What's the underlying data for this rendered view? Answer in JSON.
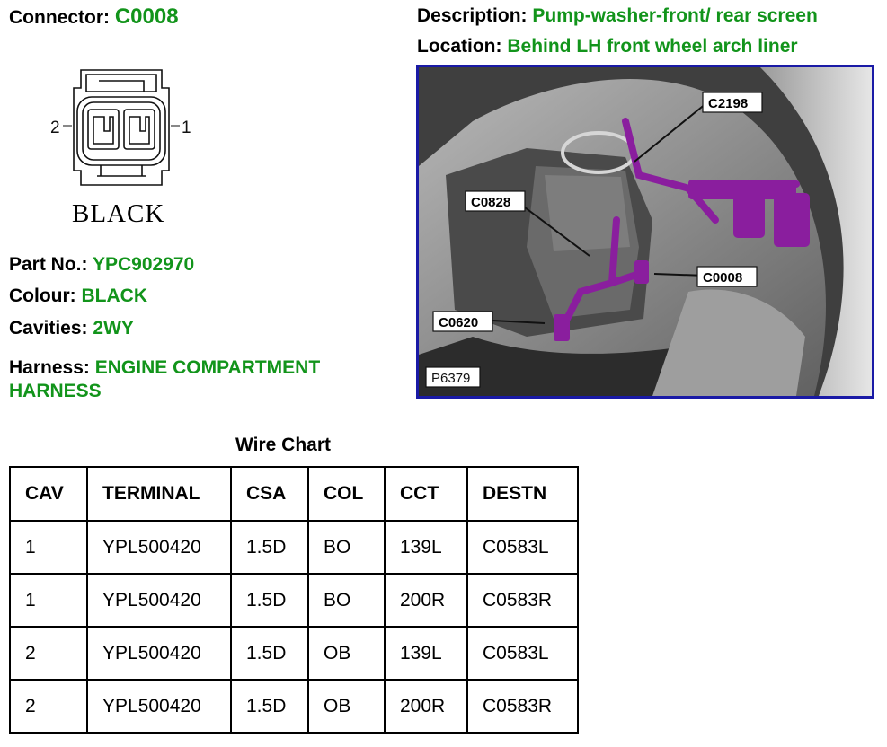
{
  "header": {
    "connector_label": "Connector:",
    "connector_value": "C0008",
    "description_label": "Description:",
    "description_value": "Pump-washer-front/ rear screen",
    "location_label": "Location:",
    "location_value": "Behind LH front wheel arch liner"
  },
  "connector_drawing": {
    "pin_left": "2",
    "pin_right": "1",
    "caption": "BLACK"
  },
  "details": {
    "part_label": "Part No.:",
    "part_value": "YPC902970",
    "colour_label": "Colour:",
    "colour_value": "BLACK",
    "cavities_label": "Cavities:",
    "cavities_value": "2WY",
    "harness_label": "Harness:",
    "harness_value": "ENGINE COMPARTMENT HARNESS"
  },
  "photo": {
    "callouts": [
      "C2198",
      "C0828",
      "C0008",
      "C0620"
    ],
    "reference": "P6379",
    "highlight_color": "#8a1e9e",
    "border_color": "#1a1aa6"
  },
  "wire_chart": {
    "title": "Wire Chart",
    "headers": [
      "CAV",
      "TERMINAL",
      "CSA",
      "COL",
      "CCT",
      "DESTN"
    ],
    "rows": [
      [
        "1",
        "YPL500420",
        "1.5D",
        "BO",
        "139L",
        "C0583L"
      ],
      [
        "1",
        "YPL500420",
        "1.5D",
        "BO",
        "200R",
        "C0583R"
      ],
      [
        "2",
        "YPL500420",
        "1.5D",
        "OB",
        "139L",
        "C0583L"
      ],
      [
        "2",
        "YPL500420",
        "1.5D",
        "OB",
        "200R",
        "C0583R"
      ]
    ]
  },
  "accent_color": "#12941b"
}
